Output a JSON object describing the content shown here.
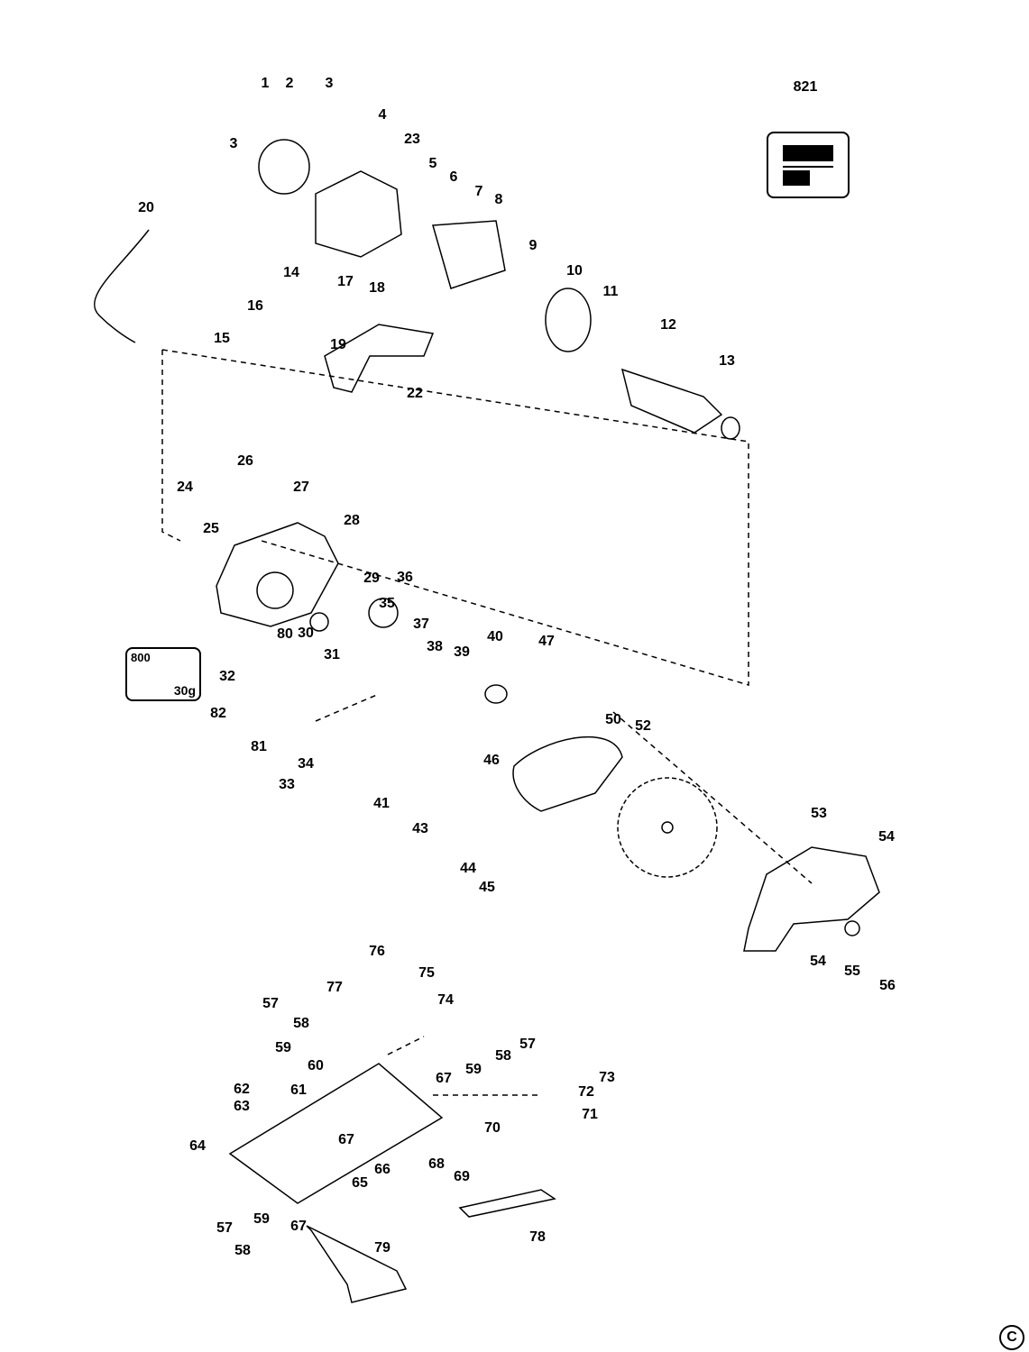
{
  "diagram": {
    "kit_label": "821",
    "grease_box": {
      "amount": "800",
      "weight": "30g"
    },
    "copyright_symbol": "C",
    "callouts": [
      "1",
      "2",
      "3",
      "4",
      "23",
      "3",
      "20",
      "5",
      "6",
      "7",
      "8",
      "9",
      "10",
      "11",
      "12",
      "13",
      "14",
      "17",
      "18",
      "16",
      "15",
      "19",
      "22",
      "26",
      "24",
      "27",
      "25",
      "28",
      "29",
      "36",
      "35",
      "80",
      "30",
      "31",
      "37",
      "38",
      "39",
      "40",
      "47",
      "32",
      "82",
      "81",
      "33",
      "34",
      "41",
      "46",
      "43",
      "50",
      "52",
      "44",
      "45",
      "53",
      "54",
      "54",
      "55",
      "56",
      "76",
      "77",
      "75",
      "74",
      "57",
      "58",
      "57",
      "58",
      "59",
      "59",
      "60",
      "67",
      "73",
      "72",
      "71",
      "62",
      "61",
      "63",
      "70",
      "64",
      "67",
      "68",
      "69",
      "66",
      "65",
      "57",
      "59",
      "58",
      "67",
      "78",
      "79"
    ]
  }
}
